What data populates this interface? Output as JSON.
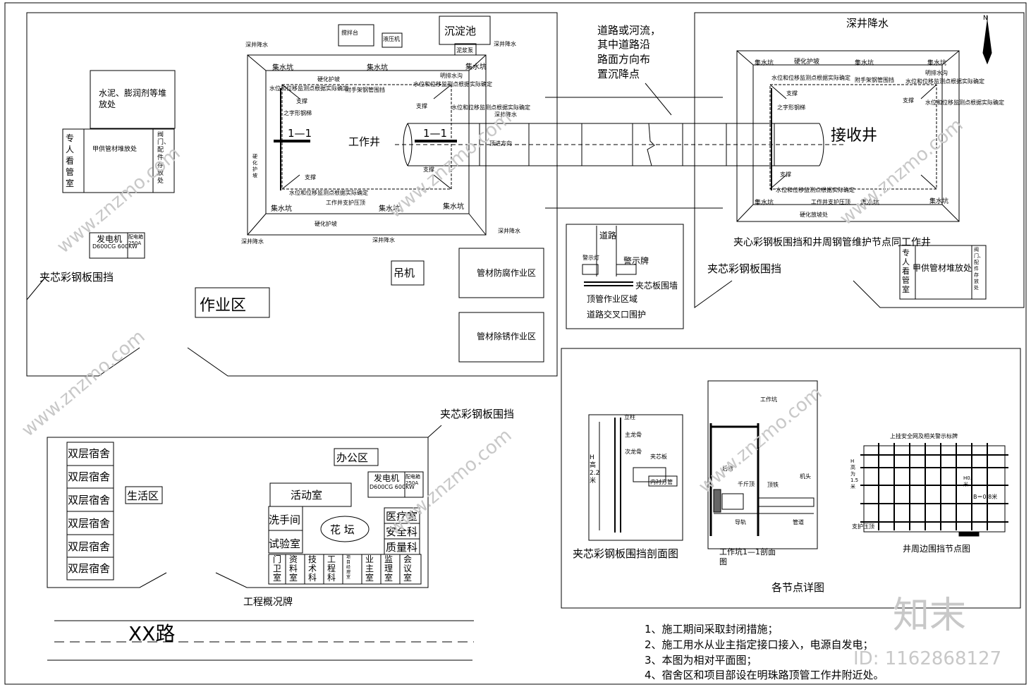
{
  "site": {
    "work_area_label": "作业区",
    "mixer_label": "搅拌台",
    "press_label": "液压机",
    "settling_label": "沉淀池",
    "mud_pump_label": "泥浆泵",
    "cement_label": "水泥、膨润剂等堆放处",
    "guard_label": "专人看管室",
    "pipe_store_label": "甲供管材堆放处",
    "valve_label": "阀门、配件存放处",
    "generator_label": "发电机",
    "generator_model": "D600CG  600KW",
    "distribution_label": "配电箱 250A",
    "crane_label": "吊机",
    "anticorrosion_label": "管材防腐作业区",
    "derust_label": "管材除锈作业区",
    "fence_label": "夹芯彩钢板围挡"
  },
  "work_pit": {
    "deep_well": "深井降水",
    "sump": "集水坑",
    "hard_slope": "硬化护坡",
    "hard_slope_v": "硬化护坡",
    "monitor": "水位和位移监测点根据实际确定",
    "handrail": "附手架钢管围挡",
    "zigzag": "之字形钢梯",
    "brace": "支撑",
    "drain": "明排水沟",
    "section": "1—1",
    "well_label": "工作井",
    "jack_direction": "顶进方向",
    "top_pressure": "工作井支护压顶"
  },
  "crossing": {
    "note": [
      "道路或河流，",
      "其中道路沿",
      "路面方向布",
      "置沉降点"
    ]
  },
  "receiving_pit": {
    "title": "深井降水",
    "well_label": "接收井",
    "slope_bottom": "硬化放坡处",
    "note": "夹心彩钢板围挡和井周钢管维护节点同工作井",
    "north": "N"
  },
  "road_detail": {
    "road": "道路",
    "warning_light": "警示灯",
    "warning_sign": "警示牌",
    "fence": "夹芯板围墙",
    "zone": "顶管作业区域",
    "title": "道路交叉口围护"
  },
  "living": {
    "dorms": [
      "双层宿舍",
      "双层宿舍",
      "双层宿舍",
      "双层宿舍",
      "双层宿舍",
      "双层宿舍"
    ],
    "living_area": "生活区",
    "office": "办公区",
    "activity": "活动室",
    "washroom": "洗手间",
    "lab": "试验室",
    "garden": "花  坛",
    "clinic": "医疗室",
    "safety": "安全科",
    "quality": "质量科",
    "bottom_rooms": [
      "门卫室",
      "资料室",
      "技术科",
      "工程科",
      "项目经理室",
      "业主室",
      "监理室",
      "会议室"
    ],
    "overview_sign": "工程概况牌",
    "road": "XX路"
  },
  "details": {
    "title": "各节点详图",
    "fence_section": "夹芯彩钢板围挡剖面图",
    "pit_section": "工作坑1—1剖面图",
    "well_fence": "井周边围挡节点图",
    "post": "立柱",
    "main_keel": "主龙骨",
    "sub_keel": "次龙骨",
    "sandwich": "夹芯板",
    "square": "内衬方管",
    "height": "H高2.2米",
    "pit": "工作坑",
    "back_wall": "后背",
    "jack": "千斤顶",
    "top_iron": "顶铁",
    "head": "机头",
    "guide": "导轨",
    "pipe": "管道",
    "net": "上挂安全网及相关警示标牌",
    "h15": "H高为1.5米",
    "h04": "H0.4米",
    "b08": "B＝0.8米",
    "support": "支护压顶"
  },
  "notes": [
    "1、施工期间采取封闭措施；",
    "2、施工用水从业主指定接口接入，电源自发电；",
    "3、本图为相对平面图；",
    "4、宿舍区和项目部设在明珠路顶管工作井附近处。"
  ],
  "watermark": {
    "brand": "知末",
    "id": "ID: 1162868127",
    "site": "www.znzmo.com"
  }
}
